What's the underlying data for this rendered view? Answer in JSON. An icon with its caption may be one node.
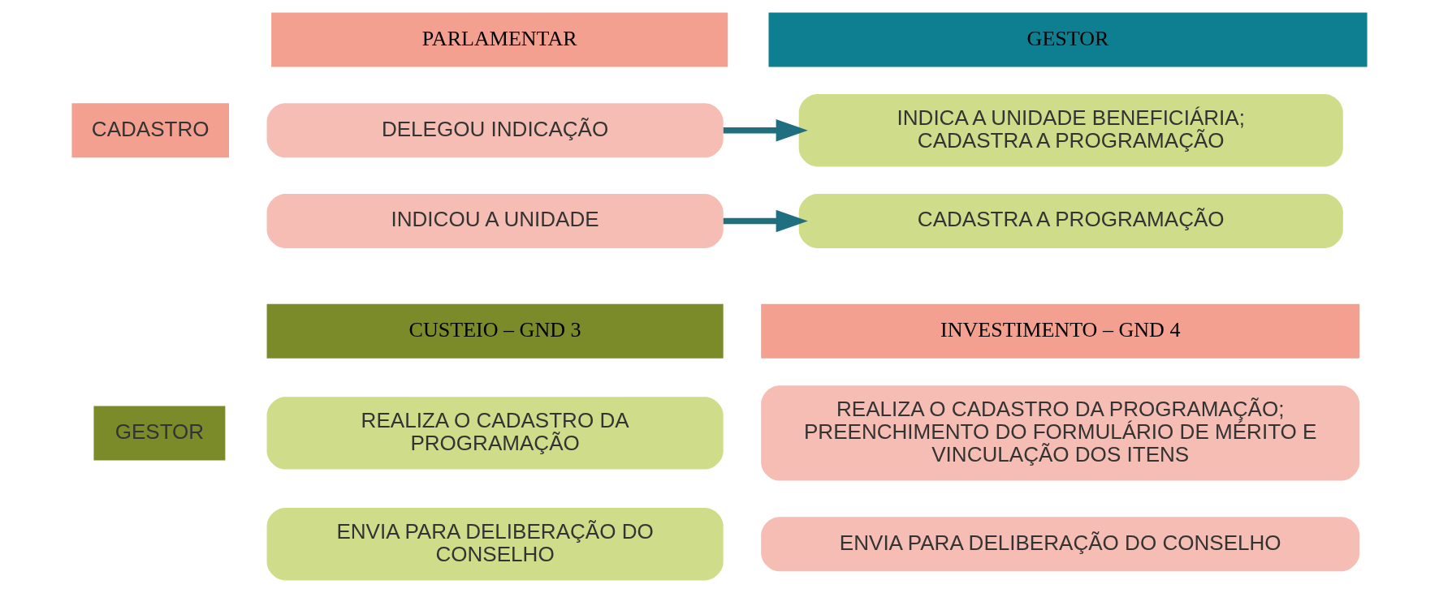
{
  "diagram": {
    "nodes": [
      {
        "text": [
          "PARLAMENTAR"
        ]
      },
      {
        "text": [
          "GESTOR"
        ]
      },
      {
        "text": [
          "CADASTRO"
        ]
      },
      {
        "text": [
          "DELEGOU INDICAÇÃO"
        ]
      },
      {
        "text": [
          "INDICA A UNIDADE BENEFICIÁRIA; CADASTRA A PROGRAMAÇÃO"
        ]
      },
      {
        "text": [
          "INDICOU A UNIDADE"
        ]
      },
      {
        "text": [
          "CADASTRA A PROGRAMAÇÃO"
        ]
      },
      {
        "text": [
          "CUSTEIO – GND 3"
        ]
      },
      {
        "text": [
          "INVESTIMENTO – GND 4"
        ]
      },
      {
        "text": [
          "GESTOR"
        ]
      },
      {
        "text": [
          "REALIZA O CADASTRO DA PROGRAMAÇÃO"
        ]
      },
      {
        "text": [
          "REALIZA O CADASTRO DA PROGRAMAÇÃO; PREENCHIMENTO DO FORMULÁRIO DE MÉRITO E VINCULAÇÃO DOS ITENS"
        ]
      },
      {
        "text": [
          "ENVIA PARA DELIBERAÇÃO DO CONSELHO"
        ]
      },
      {
        "text": [
          "ENVIA PARA DELIBERAÇÃO DO CONSELHO"
        ]
      }
    ],
    "edges": [
      {
        "from": 3,
        "to": 4,
        "arrow": "to"
      },
      {
        "from": 5,
        "to": 6,
        "arrow": "to"
      }
    ]
  }
}
